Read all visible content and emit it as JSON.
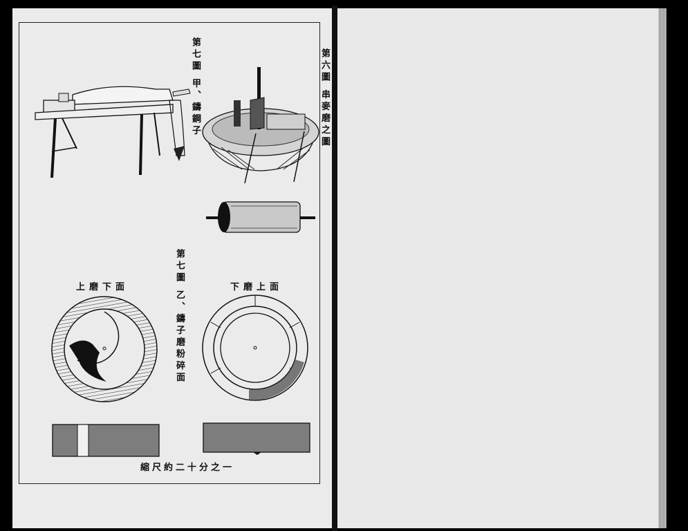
{
  "left_page": {
    "fig6_caption": "第六圖 串麥磨之圖",
    "fig7a_caption": "第七圖 甲、鑄鋼子",
    "fig7b_caption": "第七圖 乙、鑄子磨粉碎面",
    "lower_stone_label": "上磨下面",
    "upper_stone_label": "下磨上面",
    "scale_note": "縮尺約二十分之一"
  }
}
